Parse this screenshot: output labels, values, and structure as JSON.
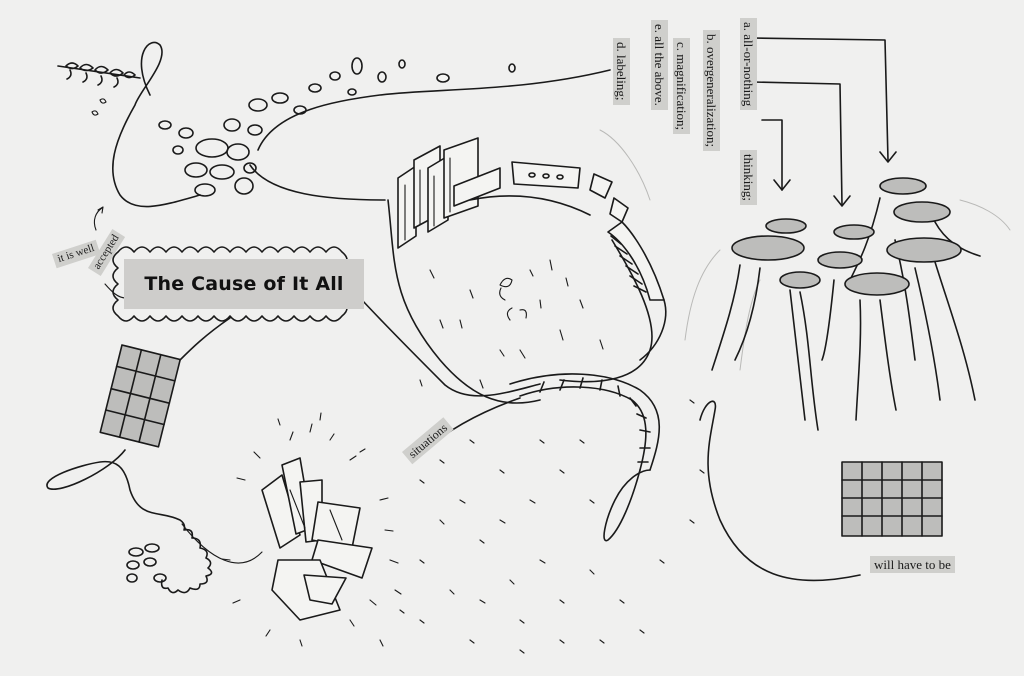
{
  "labels": {
    "title": "The Cause of It All",
    "it_is_well": "it is well",
    "accepted": "accepted",
    "situations": "situations",
    "will_have_to_be": "will have to be",
    "thinking": "thinking;"
  },
  "distortion_list": [
    "a.  all-or-nothing",
    "b.  overgeneralization;",
    "c.  magnification;",
    "e.  all the above.",
    "d.  labeling;"
  ],
  "colors": {
    "paper": "#f0f0ef",
    "ink": "#1a1a1a",
    "clipping": "#cfcfcc"
  }
}
